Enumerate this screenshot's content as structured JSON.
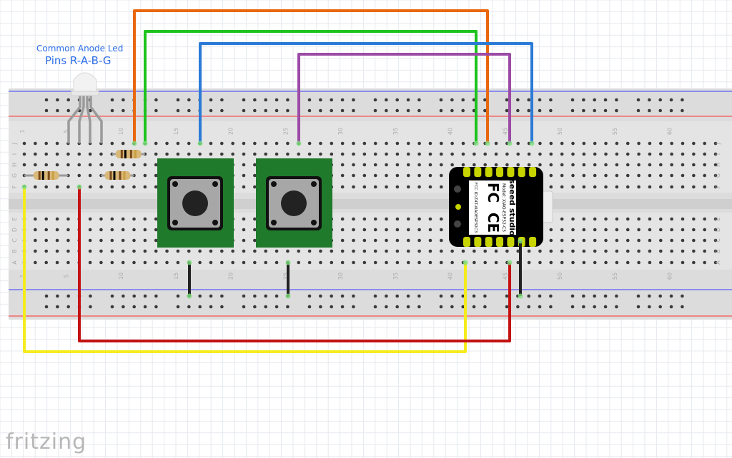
{
  "annotation": {
    "line1": "Common Anode Led",
    "line2": "Pins R-A-B-G"
  },
  "breadboard": {
    "column_labels": [
      "1",
      "5",
      "10",
      "15",
      "20",
      "25",
      "30",
      "35",
      "40",
      "45",
      "50",
      "55",
      "60"
    ],
    "row_labels_top": [
      "J",
      "I",
      "H",
      "G",
      "F"
    ],
    "row_labels_bottom": [
      "E",
      "D",
      "C",
      "B",
      "A"
    ]
  },
  "board": {
    "brand": "seeed studio",
    "model": "Model: XIAO-ESP32-C3",
    "fcc_id": "FCC ID:Z4T-XIAOESP32C3",
    "fcc_mark": "FC",
    "ce_mark": "CE"
  },
  "wires": {
    "orange": "#e8670f",
    "green": "#1ec31e",
    "blue": "#2b7bd6",
    "purple": "#9b4aa5",
    "yellow": "#f4ec1c",
    "red": "#c41212",
    "black": "#222222"
  },
  "logo": "fritzing"
}
